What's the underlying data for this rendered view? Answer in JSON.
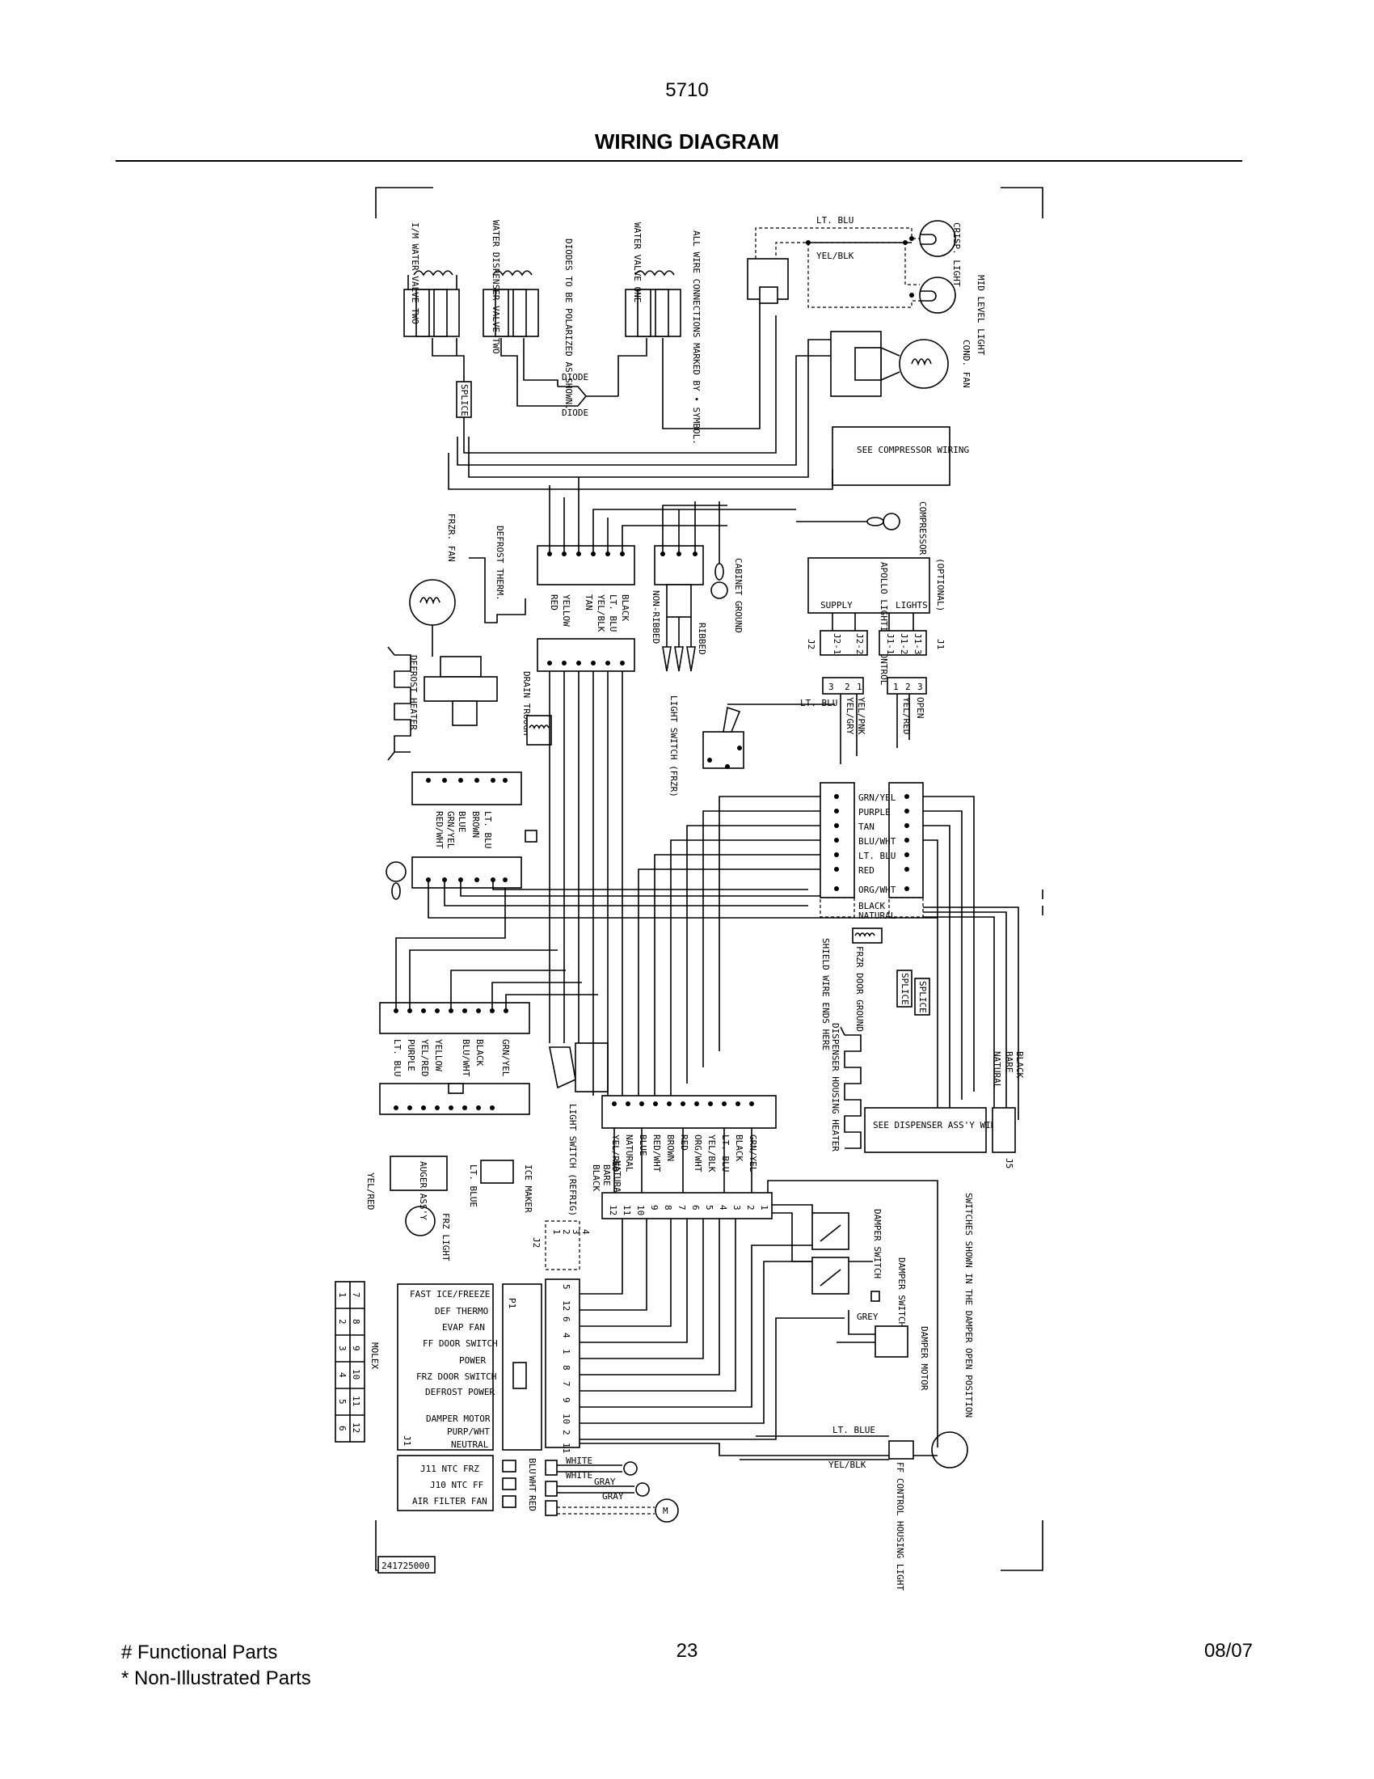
{
  "header": {
    "model": "5710",
    "title": "WIRING DIAGRAM"
  },
  "footer": {
    "functional": "# Functional Parts",
    "non_illustrated": "* Non-Illustrated Parts",
    "page": "23",
    "date": "08/07"
  },
  "diagram": {
    "rotated_labels": {
      "im_water_valve": "I/M WATER VALVE TWO",
      "dispenser_valve": "WATER DISPENSER VALVE TWO",
      "water_valve_one": "WATER VALVE ONE",
      "diodes_note": "DIODES TO BE POLARIZED AS SHOWN.",
      "connections_note": "ALL WIRE CONNECTIONS MARKED BY • SYMBOL.",
      "crisp_light": "CRISP. LIGHT",
      "mid_level_light": "MID LEVEL LIGHT",
      "cond_fan": "COND. FAN",
      "compressor_ground": "COMPRESSOR GROUND",
      "opt_dual": "(OPTIONAL)",
      "frzr_fan": "FRZR. FAN",
      "defrost_therm": "DEFROST THERM.",
      "defrost_heater": "DEFROST HEATER",
      "drain_trough": "DRAIN TROUGH",
      "cabinet_ground": "CABINET GROUND",
      "ribbed": "RIBBED",
      "non_ribbed": "NON-RIBBED",
      "light_switch_frzr": "LIGHT SWITCH (FRZR)",
      "shield_wire": "SHIELD WIRE ENDS HERE",
      "frzr_door_ground": "FRZR DOOR GROUND",
      "dispenser_housing_heater": "DISPENSER HOUSING HEATER",
      "light_switch_refrig": "LIGHT SWITCH (REFRIG)",
      "auger_assy": "AUGER ASS'Y",
      "ice_maker": "ICE MAKER",
      "frz_light": "FRZ LIGHT",
      "damper_switch_1": "DAMPER SWITCH",
      "damper_switch_2": "DAMPER SWITCH",
      "damper_motor": "DAMPER MOTOR",
      "switches_note": "SWITCHES SHOWN IN THE DAMPER OPEN POSITION",
      "ff_control_light": "FF CONTROL HOUSING LIGHT",
      "molex": "MOLEX",
      "j1": "J1",
      "j2": "J2",
      "j5": "J5",
      "j1_top": "J1",
      "j2_top": "J2",
      "p1": "P1",
      "splice": "SPLICE"
    },
    "wire_colors_upper": [
      "LT. BLU",
      "YEL/BLK"
    ],
    "compressor_box": "SEE COMPRESSOR WIRING",
    "apollo_box": "APOLLO LIGHTING CONTROL",
    "apollo_supply": "SUPPLY",
    "apollo_lights": "LIGHTS",
    "diode_top": "DIODE",
    "diode_bottom": "DIODE",
    "term_block_1": [
      "BLACK",
      "LT. BLU",
      "YEL/BLK",
      "TAN",
      "YELLOW",
      "RED"
    ],
    "j_pins": [
      "J2-1",
      "J2-2",
      "J1-1",
      "J1-2",
      "J1-3"
    ],
    "plug_left_wires": [
      "LT. BLU",
      "YEL/GRY",
      "YEL/PNK"
    ],
    "plug_right_wires": [
      "OPEN",
      "YEL/RED"
    ],
    "defrost_block": [
      "LT. BLU",
      "BROWN",
      "BLUE",
      "GRN/YEL",
      "RED/WHT"
    ],
    "harness_right": [
      "GRN/YEL",
      "PURPLE",
      "TAN",
      "BLU/WHT",
      "LT. BLU",
      "RED",
      "ORG/WHT",
      "BLACK",
      "NATURAL"
    ],
    "lower_left_block": [
      "LT. BLU",
      "PURPLE",
      "YEL/RED",
      "YELLOW",
      "BLU/WHT",
      "BLACK",
      "GRN/YEL"
    ],
    "refrig_block": [
      "YEL/RED",
      "NATURAL",
      "BLUE",
      "RED/WHT",
      "BROWN",
      "RED",
      "ORG/WHT",
      "YEL/BLK",
      "LT. BLU",
      "BLACK",
      "GRN/YEL"
    ],
    "dispenser_box": "SEE DISPENSER ASS'Y WIRING",
    "dispenser_wires": [
      "BLACK",
      "BARE",
      "NATURAL"
    ],
    "board_wires_lower": [
      "NATURAL",
      "BARE",
      "BLACK"
    ],
    "yel_red_lower": "YEL/RED",
    "lt_blue_ice": "LT. BLUE",
    "board_pins_top": [
      "12",
      "11",
      "10",
      "9",
      "8",
      "7",
      "6",
      "5",
      "4",
      "3",
      "2",
      "1"
    ],
    "board_pins_p1": [
      "5",
      "12",
      "6",
      "4",
      "1",
      "8",
      "7",
      "9",
      "10",
      "2",
      "11"
    ],
    "j2_pins": [
      "1",
      "2",
      "3",
      "4"
    ],
    "control_labels": [
      "FAST ICE/FREEZE",
      "DEF THERMO",
      "EVAP FAN",
      "FF DOOR SWITCH",
      "POWER",
      "FRZ DOOR SWITCH",
      "DEFROST POWER",
      "DAMPER MOTOR",
      "PURP/WHT",
      "NEUTRAL"
    ],
    "molex_top": [
      "7",
      "8",
      "9",
      "10",
      "11",
      "12"
    ],
    "molex_bottom": [
      "1",
      "2",
      "3",
      "4",
      "5",
      "6"
    ],
    "ntc_labels": [
      "J11 NTC FRZ",
      "J10 NTC FF",
      "AIR FILTER FAN"
    ],
    "ntc_colors": [
      "BLU",
      "WHT",
      "RED"
    ],
    "ntc_wires": [
      "WHITE",
      "WHITE",
      "GRAY",
      "GRAY"
    ],
    "grey_label": "GREY",
    "ff_wires": [
      "LT. BLUE",
      "YEL/BLK"
    ],
    "part_number": "241725000"
  }
}
